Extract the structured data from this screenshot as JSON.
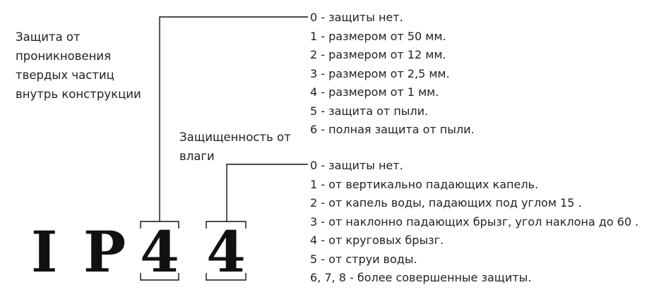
{
  "ip_code": {
    "letters": [
      "I",
      "P"
    ],
    "first_digit": "4",
    "second_digit": "4"
  },
  "solid_protection": {
    "label_lines": [
      "Защита от",
      "проникновения",
      "твердых частиц",
      "внутрь конструкции"
    ],
    "levels": [
      "0 - защиты нет.",
      "1 - размером от 50 мм.",
      "2 - размером от 12 мм.",
      "3 - размером от 2,5 мм.",
      "4 - размером от 1 мм.",
      "5 - защита от пыли.",
      "6 - полная защита от пыли."
    ]
  },
  "water_protection": {
    "label_lines": [
      "Защищенность от",
      "влаги"
    ],
    "levels": [
      "0 - защиты нет.",
      "1 - от вертикально падающих капель.",
      "2 - от капель воды, падающих под углом 15 .",
      "3 - от наклонно падающих брызг, угол наклона до 60 .",
      "4 - от круговых брызг.",
      "5 - от струи воды.",
      "6, 7, 8 - более совершенные защиты."
    ]
  },
  "colors": {
    "ink": "#111111",
    "text": "#222222",
    "background": "#ffffff"
  }
}
